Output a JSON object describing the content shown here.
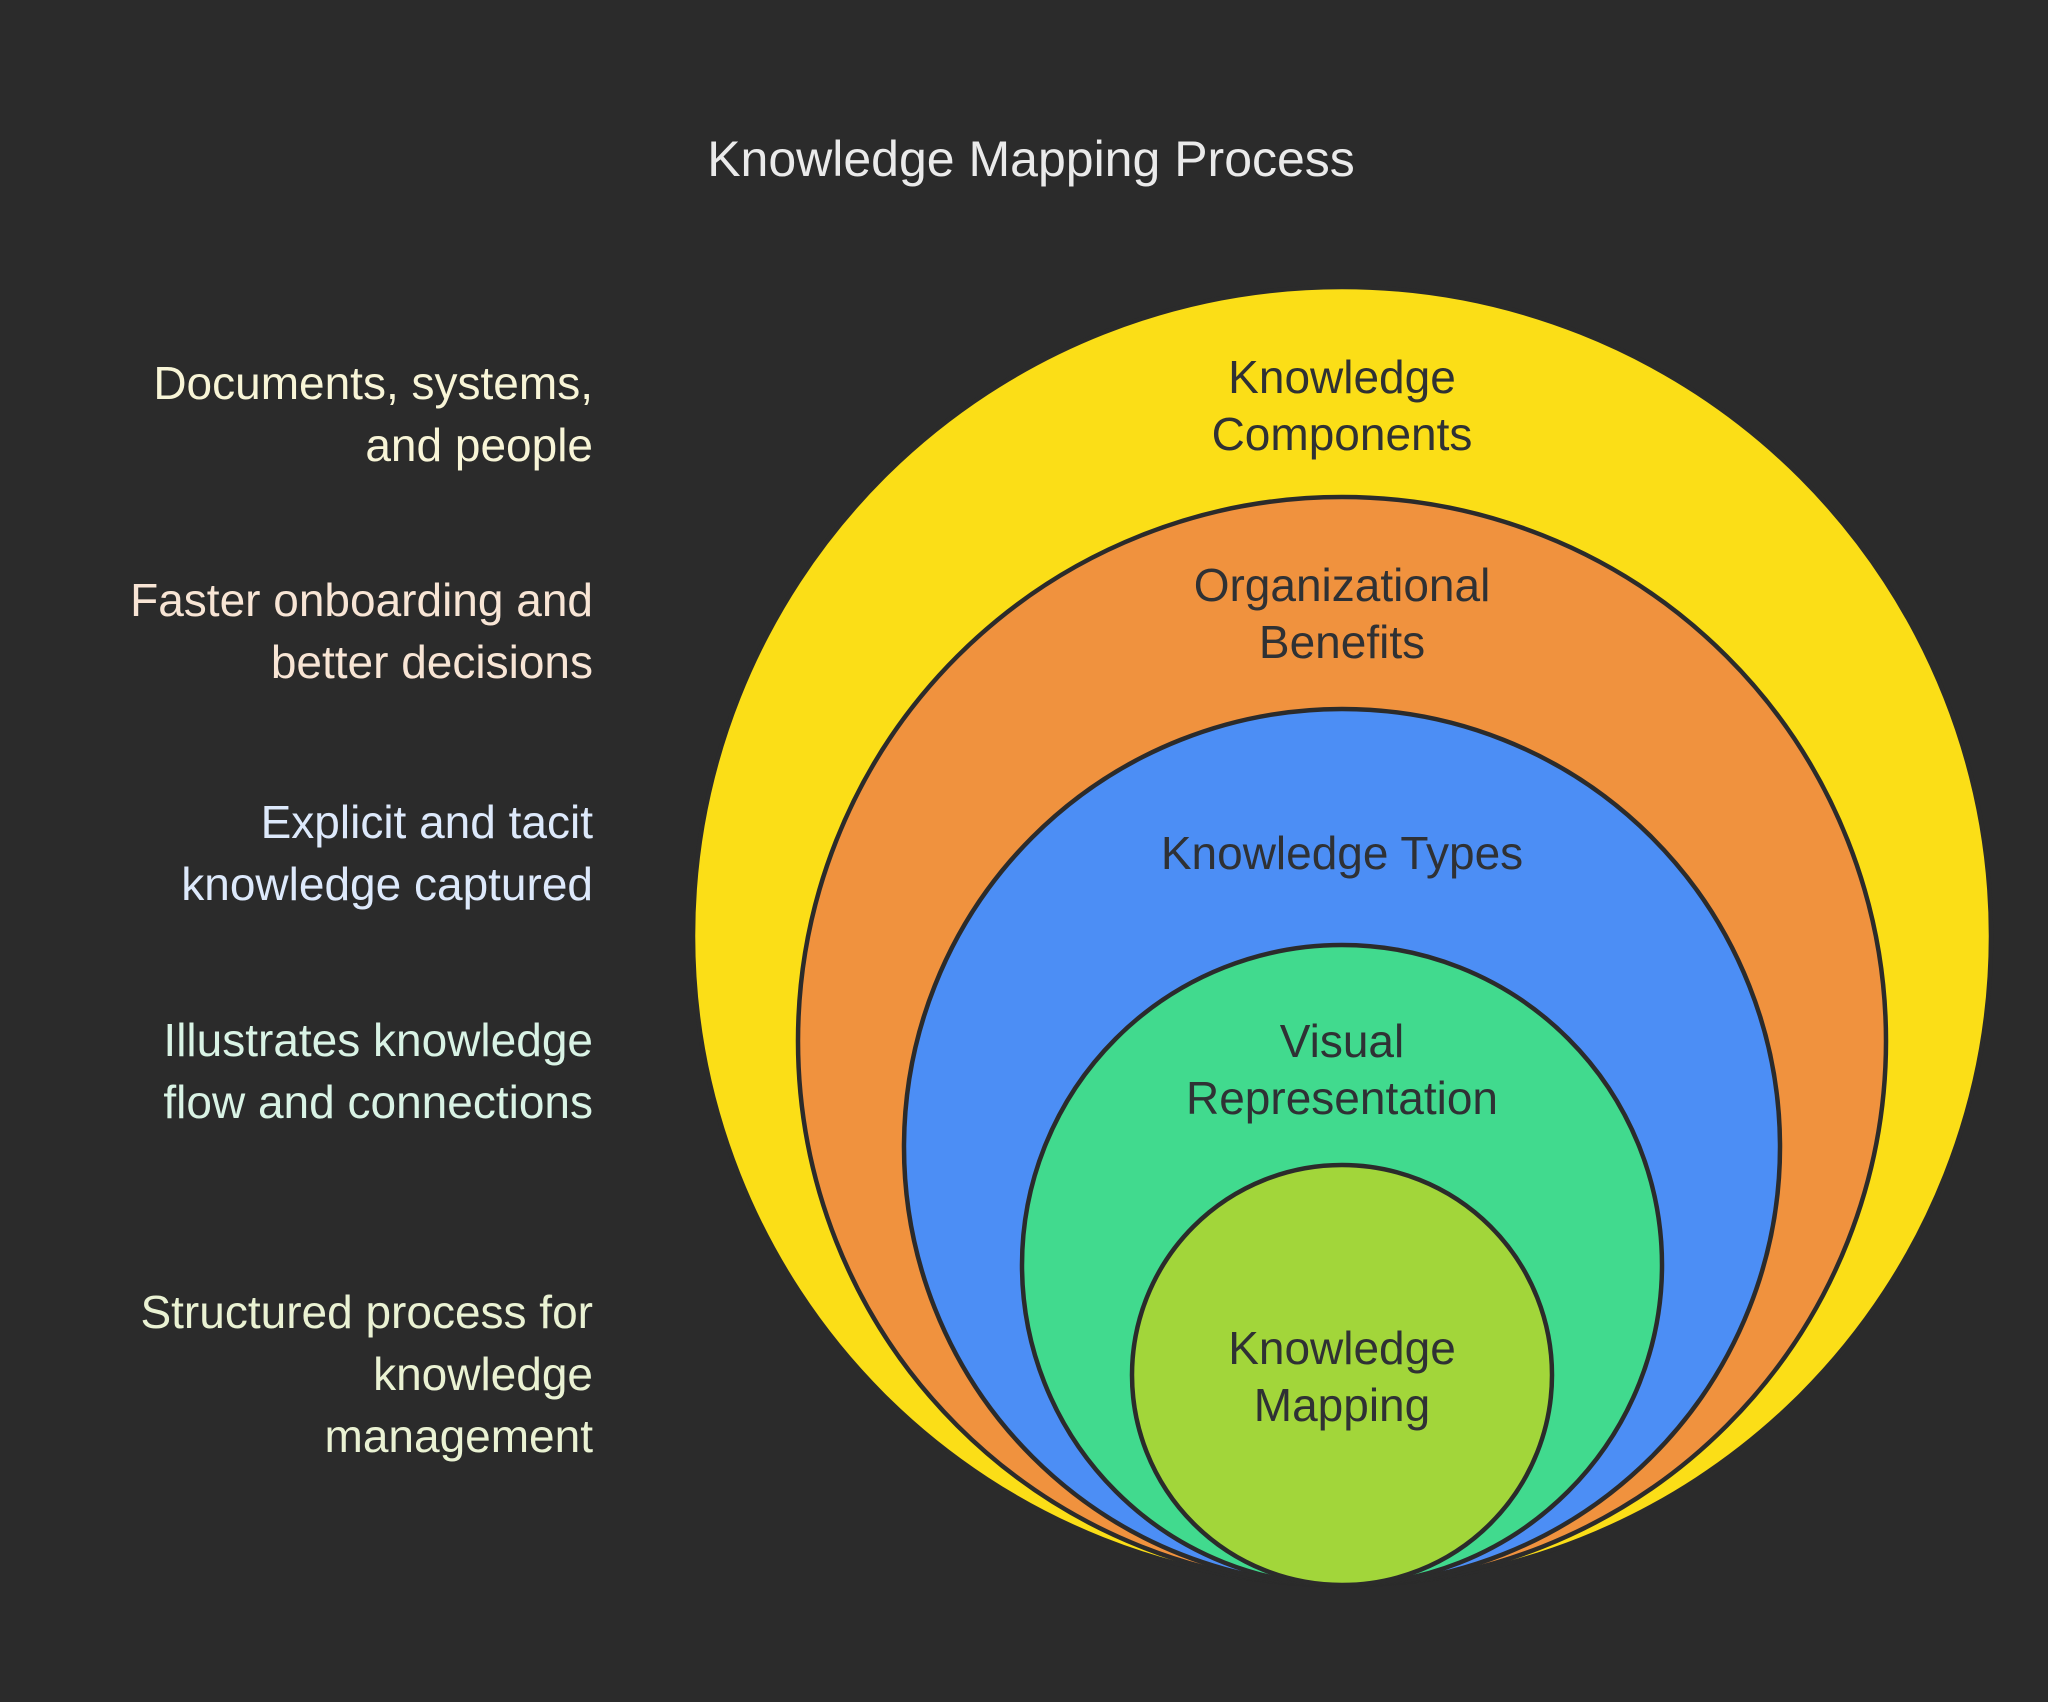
{
  "title": "Knowledge Mapping Process",
  "colors": {
    "background": "#2B2B2B",
    "ring_stroke": "#2B2B2B",
    "ring_text": "#2F3134",
    "title_text": "#EAEAEA"
  },
  "rings": [
    {
      "name": "Knowledge Components",
      "lines": [
        "Knowledge",
        "Components"
      ],
      "fill": "#FBDE17",
      "annotation": {
        "text": "Documents, systems, and people",
        "lines": [
          "Documents, systems,",
          "and people"
        ],
        "color": "#F8F5D7"
      }
    },
    {
      "name": "Organizational Benefits",
      "lines": [
        "Organizational",
        "Benefits"
      ],
      "fill": "#F0923E",
      "annotation": {
        "text": "Faster onboarding and better decisions",
        "lines": [
          "Faster onboarding and",
          "better decisions"
        ],
        "color": "#F8E5D5"
      }
    },
    {
      "name": "Knowledge Types",
      "lines": [
        "Knowledge Types"
      ],
      "fill": "#4C8EF5",
      "annotation": {
        "text": "Explicit and tacit knowledge captured",
        "lines": [
          "Explicit and tacit",
          "knowledge captured"
        ],
        "color": "#DDE9FB"
      }
    },
    {
      "name": "Visual Representation",
      "lines": [
        "Visual",
        "Representation"
      ],
      "fill": "#41DA8E",
      "annotation": {
        "text": "Illustrates knowledge flow and connections",
        "lines": [
          "Illustrates knowledge",
          "flow and connections"
        ],
        "color": "#D9F3E5"
      }
    },
    {
      "name": "Knowledge Mapping",
      "lines": [
        "Knowledge",
        "Mapping"
      ],
      "fill": "#A2D63A",
      "annotation": {
        "text": "Structured process for knowledge management",
        "lines": [
          "Structured process for",
          "knowledge",
          "management"
        ],
        "color": "#EAF2D3"
      }
    }
  ]
}
